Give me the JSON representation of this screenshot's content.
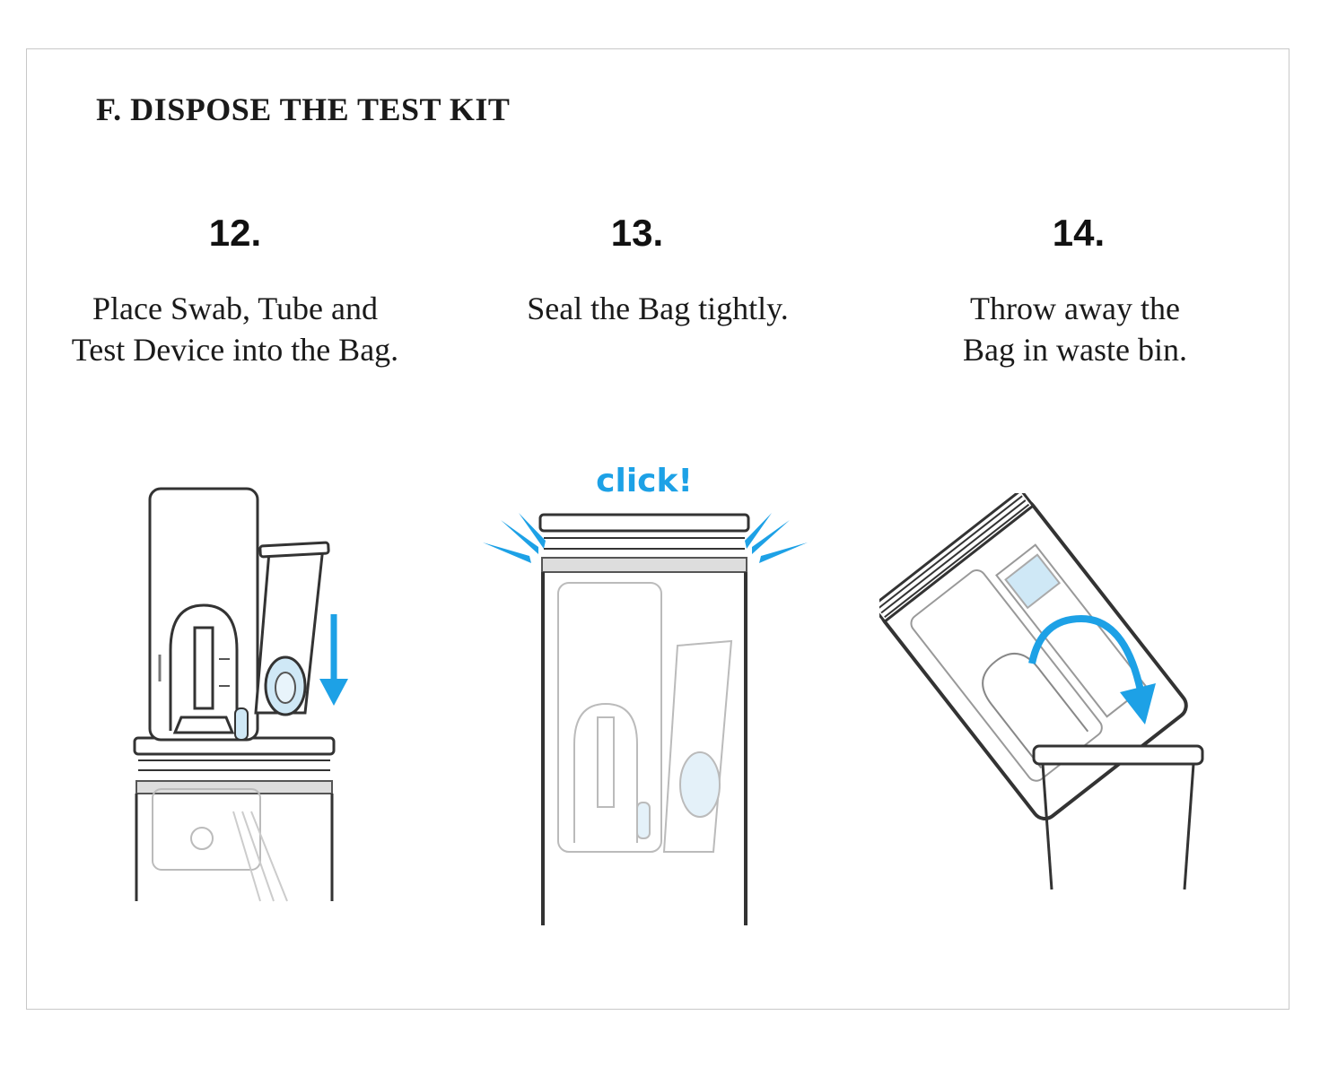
{
  "section": {
    "title": "F. DISPOSE THE TEST KIT"
  },
  "steps": [
    {
      "number": "12.",
      "lines": [
        "Place Swab, Tube and",
        "Test Device into the Bag."
      ]
    },
    {
      "number": "13.",
      "lines": [
        "Seal the Bag tightly."
      ]
    },
    {
      "number": "14.",
      "lines": [
        "Throw away the",
        "Bag in waste bin."
      ]
    }
  ],
  "illustrations": {
    "click_text": "click!"
  },
  "colors": {
    "accent": "#1da1e6",
    "accent_light": "#cfe8f6",
    "line": "#333333",
    "faded": "#bdbdbd"
  }
}
